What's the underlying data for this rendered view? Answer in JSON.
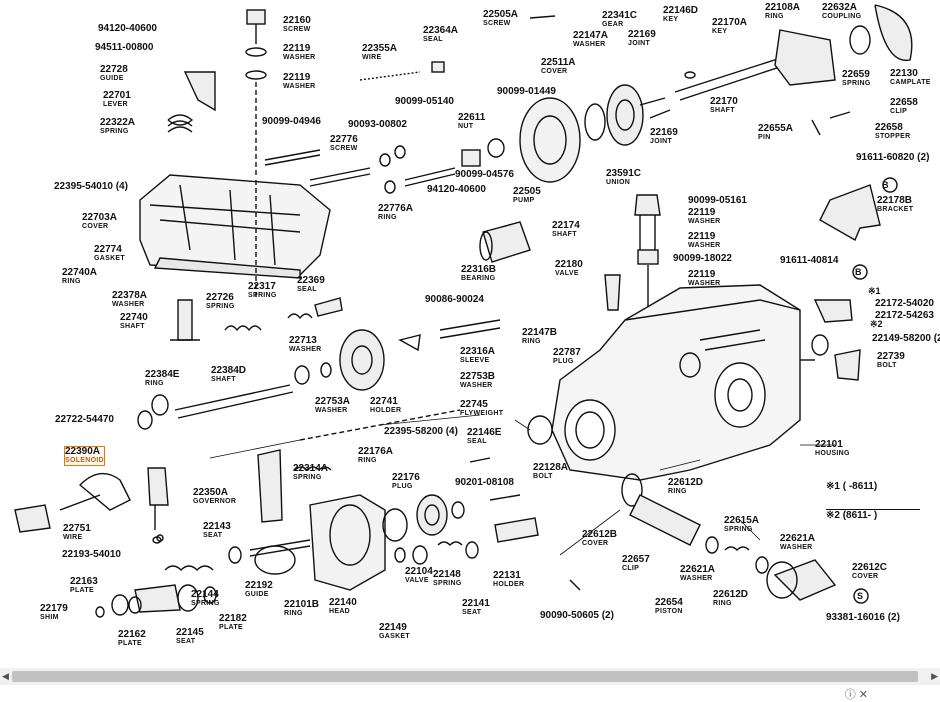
{
  "labels": [
    {
      "pn": "94120-40600",
      "nm": ""
    },
    {
      "pn": "94511-00800",
      "nm": ""
    },
    {
      "pn": "22728",
      "nm": "GUIDE"
    },
    {
      "pn": "22701",
      "nm": "LEVER"
    },
    {
      "pn": "22322A",
      "nm": "SPRING"
    },
    {
      "pn": "22160",
      "nm": "SCREW"
    },
    {
      "pn": "22119",
      "nm": "WASHER"
    },
    {
      "pn": "22119",
      "nm": "WASHER"
    },
    {
      "pn": "22355A",
      "nm": "WIRE"
    },
    {
      "pn": "22364A",
      "nm": "SEAL"
    },
    {
      "pn": "22505A",
      "nm": "SCREW"
    },
    {
      "pn": "22511A",
      "nm": "COVER"
    },
    {
      "pn": "22147A",
      "nm": "WASHER"
    },
    {
      "pn": "22341C",
      "nm": "GEAR"
    },
    {
      "pn": "22169",
      "nm": "JOINT"
    },
    {
      "pn": "22146D",
      "nm": "KEY"
    },
    {
      "pn": "22170A",
      "nm": "KEY"
    },
    {
      "pn": "22108A",
      "nm": "RING"
    },
    {
      "pn": "22632A",
      "nm": "COUPLING"
    },
    {
      "pn": "22659",
      "nm": "SPRING"
    },
    {
      "pn": "22130",
      "nm": "CAMPLATE"
    },
    {
      "pn": "22170",
      "nm": "SHAFT"
    },
    {
      "pn": "22658",
      "nm": "CLIP"
    },
    {
      "pn": "22658",
      "nm": "STOPPER"
    },
    {
      "pn": "22655A",
      "nm": "PIN"
    },
    {
      "pn": "22169",
      "nm": "JOINT"
    },
    {
      "pn": "90099-04946",
      "nm": ""
    },
    {
      "pn": "90093-00802",
      "nm": ""
    },
    {
      "pn": "90099-05140",
      "nm": ""
    },
    {
      "pn": "90099-01449",
      "nm": ""
    },
    {
      "pn": "22611",
      "nm": "NUT"
    },
    {
      "pn": "22776",
      "nm": "SCREW"
    },
    {
      "pn": "90099-04576",
      "nm": ""
    },
    {
      "pn": "94120-40600",
      "nm": ""
    },
    {
      "pn": "22776A",
      "nm": "RING"
    },
    {
      "pn": "22505",
      "nm": "PUMP"
    },
    {
      "pn": "22395-54010 (4)",
      "nm": ""
    },
    {
      "pn": "22703A",
      "nm": "COVER"
    },
    {
      "pn": "22774",
      "nm": "GASKET"
    },
    {
      "pn": "22740A",
      "nm": "RING"
    },
    {
      "pn": "22378A",
      "nm": "WASHER"
    },
    {
      "pn": "22740",
      "nm": "SHAFT"
    },
    {
      "pn": "22726",
      "nm": "SPRING"
    },
    {
      "pn": "22317",
      "nm": "SPRING"
    },
    {
      "pn": "22369",
      "nm": "SEAL"
    },
    {
      "pn": "23591C",
      "nm": "UNION"
    },
    {
      "pn": "90099-05161",
      "nm": ""
    },
    {
      "pn": "22119",
      "nm": "WASHER"
    },
    {
      "pn": "22119",
      "nm": "WASHER"
    },
    {
      "pn": "90099-18022",
      "nm": ""
    },
    {
      "pn": "22119",
      "nm": "WASHER"
    },
    {
      "pn": "22174",
      "nm": "SHAFT"
    },
    {
      "pn": "22180",
      "nm": "VALVE"
    },
    {
      "pn": "22316B",
      "nm": "BEARING"
    },
    {
      "pn": "90086-90024",
      "nm": ""
    },
    {
      "pn": "22147B",
      "nm": "RING"
    },
    {
      "pn": "22787",
      "nm": "PLUG"
    },
    {
      "pn": "91611-60820 (2)",
      "nm": ""
    },
    {
      "pn": "22178B",
      "nm": "BRACKET"
    },
    {
      "pn": "91611-40814",
      "nm": ""
    },
    {
      "pn": "22172-54020",
      "nm": ""
    },
    {
      "pn": "22172-54263",
      "nm": ""
    },
    {
      "pn": "22149-58200 (2)",
      "nm": ""
    },
    {
      "pn": "22739",
      "nm": "BOLT"
    },
    {
      "pn": "22713",
      "nm": "WASHER"
    },
    {
      "pn": "22316A",
      "nm": "SLEEVE"
    },
    {
      "pn": "22753B",
      "nm": "WASHER"
    },
    {
      "pn": "22745",
      "nm": "FLYWEIGHT"
    },
    {
      "pn": "22384E",
      "nm": "RING"
    },
    {
      "pn": "22384D",
      "nm": "SHAFT"
    },
    {
      "pn": "22753A",
      "nm": "WASHER"
    },
    {
      "pn": "22741",
      "nm": "HOLDER"
    },
    {
      "pn": "22722-54470",
      "nm": ""
    },
    {
      "pn": "22395-58200 (4)",
      "nm": ""
    },
    {
      "pn": "22146E",
      "nm": "SEAL"
    },
    {
      "pn": "22101",
      "nm": "HOUSING"
    },
    {
      "pn": "22390A",
      "nm": "SOLENOID"
    },
    {
      "pn": "22176A",
      "nm": "RING"
    },
    {
      "pn": "22314A",
      "nm": "SPRING"
    },
    {
      "pn": "22350A",
      "nm": "GOVERNOR"
    },
    {
      "pn": "22176",
      "nm": "PLUG"
    },
    {
      "pn": "90201-08108",
      "nm": ""
    },
    {
      "pn": "22128A",
      "nm": "BOLT"
    },
    {
      "pn": "22612D",
      "nm": "RING"
    },
    {
      "pn": "22751",
      "nm": "WIRE"
    },
    {
      "pn": "22193-54010",
      "nm": ""
    },
    {
      "pn": "22143",
      "nm": "SEAT"
    },
    {
      "pn": "22615A",
      "nm": "SPRING"
    },
    {
      "pn": "22621A",
      "nm": "WASHER"
    },
    {
      "pn": "22612B",
      "nm": "COVER"
    },
    {
      "pn": "22657",
      "nm": "CLIP"
    },
    {
      "pn": "22621A",
      "nm": "WASHER"
    },
    {
      "pn": "22612C",
      "nm": "COVER"
    },
    {
      "pn": "22163",
      "nm": "PLATE"
    },
    {
      "pn": "22144",
      "nm": "SPRING"
    },
    {
      "pn": "22192",
      "nm": "GUIDE"
    },
    {
      "pn": "22101B",
      "nm": "RING"
    },
    {
      "pn": "22140",
      "nm": "HEAD"
    },
    {
      "pn": "22104",
      "nm": "VALVE"
    },
    {
      "pn": "22148",
      "nm": "SPRING"
    },
    {
      "pn": "22131",
      "nm": "HOLDER"
    },
    {
      "pn": "22612D",
      "nm": "RING"
    },
    {
      "pn": "22179",
      "nm": "SHIM"
    },
    {
      "pn": "22162",
      "nm": "PLATE"
    },
    {
      "pn": "22145",
      "nm": "SEAT"
    },
    {
      "pn": "22182",
      "nm": "PLATE"
    },
    {
      "pn": "22149",
      "nm": "GASKET"
    },
    {
      "pn": "22141",
      "nm": "SEAT"
    },
    {
      "pn": "90090-50605 (2)",
      "nm": ""
    },
    {
      "pn": "22654",
      "nm": "PISTON"
    },
    {
      "pn": "93381-16016 (2)",
      "nm": ""
    }
  ],
  "notes": {
    "row1": "※1 (   -8611)",
    "row2": "※2 (8611-   )",
    "mark1": "※1",
    "mark2": "※2",
    "circleB1": "B",
    "circleB2": "B",
    "circleS": "S"
  },
  "ui": {
    "scroll_left": "◀",
    "scroll_right": "▶",
    "ad_controls": "ⓘ ✕"
  }
}
